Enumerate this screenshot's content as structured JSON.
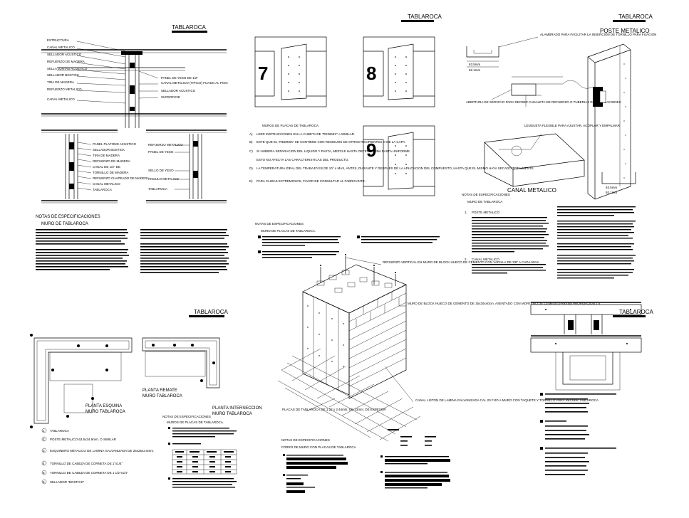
{
  "sheets": {
    "tablaroca_title": "TABLAROCA",
    "poste_title": "POSTE METALICO",
    "canal_title": "CANAL METALICO"
  },
  "detail_top_left": {
    "labels_left": [
      "ESTRUCTURA",
      "CANAL METALICO",
      "SELLADOR ACUSTICO",
      "REFUERZO DE MADERA",
      "SELLA JUNTAS ACUSTICO",
      "SELLADOR BOSTICK",
      "TIRA DE MADERA",
      "REFUERZO METALICO",
      "CANAL METALICO"
    ],
    "labels_right": [
      "PANEL DE YESO DE 1/2\"",
      "CANAL METALICO (TIPICO) FIJADO AL PISO",
      "SELLADOR ACUSTICO",
      "SUPERFICIE"
    ],
    "labels_lower_left": [
      "PANEL PLAFOND ACUSTICO",
      "SELLADOR BOSTICK",
      "TIRA DE MADERA",
      "REFUERZO DE MADERA",
      "CANAL DE 1/2\" DE",
      "TORNILLO DE MADERA",
      "REFUERZO CHAPEADO DE MADERA",
      "CANAL METALICO",
      "TABLAROCA"
    ],
    "labels_lower_right": [
      "REFUERZO METALICO",
      "PANEL DE YESO",
      "SELLO DE YESO",
      "ANGULO METALICO",
      "TABLAROCA"
    ]
  },
  "notes_left": {
    "title": "NOTAS DE ESPECIFICACIONES",
    "subtitle": "MURO DE TABLAROCA"
  },
  "panels": {
    "numbers": [
      "7",
      "8",
      "9"
    ],
    "notes_title": "MUROS DE PLACAS DE TABLAROCA.",
    "steps": [
      {
        "k": "A)",
        "t": "LEER INSTRUCCIONES EN LA CUBETA DE \"REDIMIX\" o SIMILAR."
      },
      {
        "k": "B)",
        "t": "ESTE QUE EL \"REDIMIX\" SE CONTIENE CON RESIDUOS DE OTROS RECIPIENTES O DE LA CAPA."
      },
      {
        "k": "C)",
        "t": "SI HUBIERA SEPARACION DEL LIQUIDO Y PASTA, MEZCLE HASTA OBTENER UNA PASTA UNIFORME."
      },
      {
        "k": "",
        "t": "ESTO NO AFECTA LAS CARACTERISTICAS DEL PRODUCTO."
      },
      {
        "k": "D)",
        "t": "LA TEMPERATURA IDEAL DEL TRABAJO ES DE 10° o MAS, ANTES, DURANTE Y DESPUES DE LA APLICACION DEL COMPUESTO, HASTA QUE EL MISMO HAYA SECADO TOTALMENTE."
      },
      {
        "k": "E)",
        "t": "PARA CLIMAS EXTREMOSOS, FAVOR DE CONSULTAR AL FABRICANTE."
      }
    ]
  },
  "poste": {
    "label_top": "ALAMBRADO PARA FACILITAR LA INSERCION DE TORNILLO PARA FIJACION",
    "dim1": "63.5mm",
    "dim2": "92.1mm",
    "label_hole": "ABERTURA DE SERVICIO PARA RECIBIR CANALETA DE REFUERZO O TUBERIAS DE INSTALACIONES",
    "label_tab": "LENGUETA FLEXIBLE PARA AJUSTAR, ACOPLAR Y EMPALMAR",
    "dim3": "63.5mm",
    "dim4": "92.1mm"
  },
  "notes_right": {
    "title": "NOTAS DE ESPECIFICACIONES",
    "subtitle": "MURO DE TABLAROCA",
    "item1": "1.",
    "item1_head": "POSTE METALICO",
    "item2": "2.",
    "item2_head": "CANAL METALICO"
  },
  "iso": {
    "label_refuerzo": "REFUERZO VERTICAL EN MURO DE BLOCK HUECO DE CEMENTO CON VARILLA DE 3/8\" A CADA 60cm.",
    "label_block": "MURO DE BLOCK HUECO DE CEMENTO DE 15x20x40cm. ASENTADO CON MORTERO DE CEMENTO-ARENA PROPORCION 1:5",
    "label_placas": "PLACAS DE TABLAROCA DE 1.22 x 2.44mts. DE 13mm. DE ESPESOR",
    "label_canal": "CANAL LISTON DE LAMINA GALVANIZADA CAL.20 FIJO A MURO CON TAQUETE Y TORNILLO PARA RECIBIR TABLAROCA"
  },
  "middle_notes": {
    "title": "NOTAS DE ESPECIFICACIONES",
    "subtitle": "MURO DE PLACAS DE TABLAROCA."
  },
  "plans": {
    "title1": "PLANTA ESQUINA",
    "title1b": "MURO TABLAROCA",
    "title2": "PLANTA REMATE",
    "title2b": "MURO TABLAROCA",
    "title3": "PLANTA INTERSECCION",
    "title3b": "MURO TABLAROCA",
    "legend": [
      {
        "n": "1",
        "t": "TABLAROCA"
      },
      {
        "n": "2",
        "t": "POSTE METALICO 63.5x34.9mm. O SIMILAR"
      },
      {
        "n": "3",
        "t": "ESQUINERO METALICO DE LAMINA GALVANIZADA DE 25x25x2.5mm."
      },
      {
        "n": "4",
        "t": "TORNILLO DE CABEZA DE CORNETA DE 1\"x1/4\""
      },
      {
        "n": "5",
        "t": "TORNILLO DE CABEZA DE CORNETA DE 1 1/2\"x1/4\""
      },
      {
        "n": "6",
        "t": "SELLADOR \"BOSTICK\""
      }
    ]
  },
  "bottom_mid_notes": {
    "title": "NOTAS DE ESPECIFICACIONES",
    "subtitle": "MUROS DE PLACAS DE TABLAROCA."
  },
  "bottom_center_notes": {
    "title": "NOTAS DE ESPECIFICACIONES",
    "subtitle": "FORRO DE MURO CON PLACAS DE TABLAROCA"
  },
  "colors": {
    "ink": "#000000",
    "paper": "#ffffff"
  }
}
